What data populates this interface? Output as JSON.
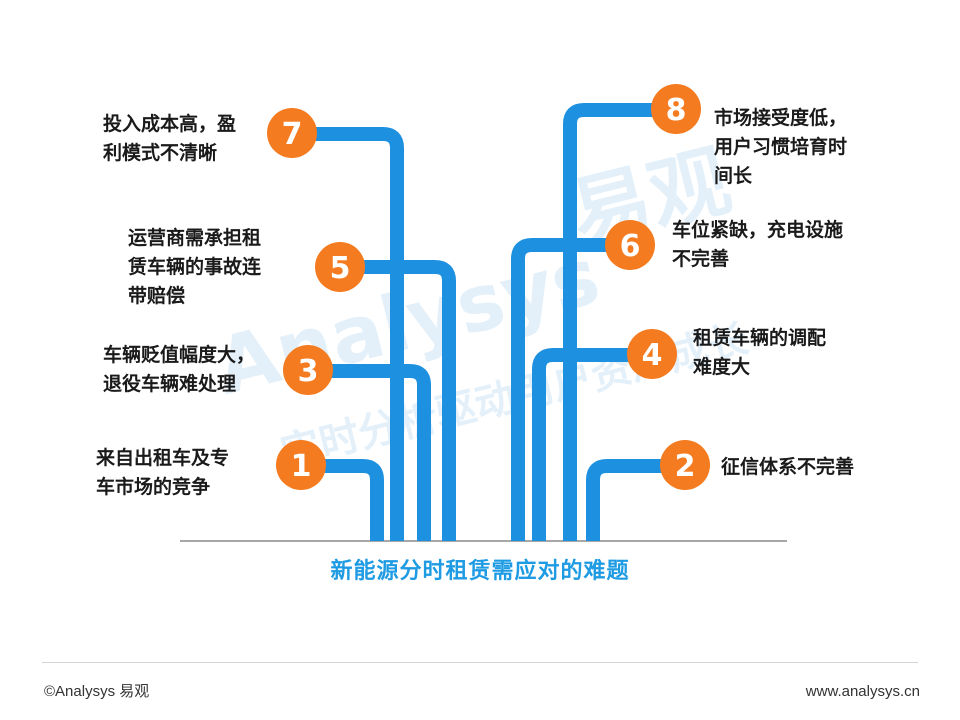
{
  "title": "新能源分时租赁需应对的难题",
  "colors": {
    "line": "#1e90e0",
    "badge": "#f47b20",
    "title": "#1e9be3",
    "watermark": "#e3f0fa"
  },
  "watermark": {
    "brand": "Analysys",
    "brand_cn": "易观",
    "slogan": "实时分析驱动用户资产成长"
  },
  "items": [
    {
      "num": "1",
      "lines": [
        "来自出租车及专",
        "车市场的竞争"
      ]
    },
    {
      "num": "2",
      "lines": [
        "征信体系不完善"
      ]
    },
    {
      "num": "3",
      "lines": [
        "车辆贬值幅度大，",
        "退役车辆难处理"
      ]
    },
    {
      "num": "4",
      "lines": [
        "租赁车辆的调配",
        "难度大"
      ]
    },
    {
      "num": "5",
      "lines": [
        "运营商需承担租",
        "赁车辆的事故连",
        "带赔偿"
      ]
    },
    {
      "num": "6",
      "lines": [
        "车位紧缺，充电设施",
        "不完善"
      ]
    },
    {
      "num": "7",
      "lines": [
        "投入成本高，盈",
        "利模式不清晰"
      ]
    },
    {
      "num": "8",
      "lines": [
        "市场接受度低，",
        "用户习惯培育时",
        "间长"
      ]
    }
  ],
  "footer": {
    "copyright": "©Analysys 易观",
    "url": "www.analysys.cn"
  }
}
